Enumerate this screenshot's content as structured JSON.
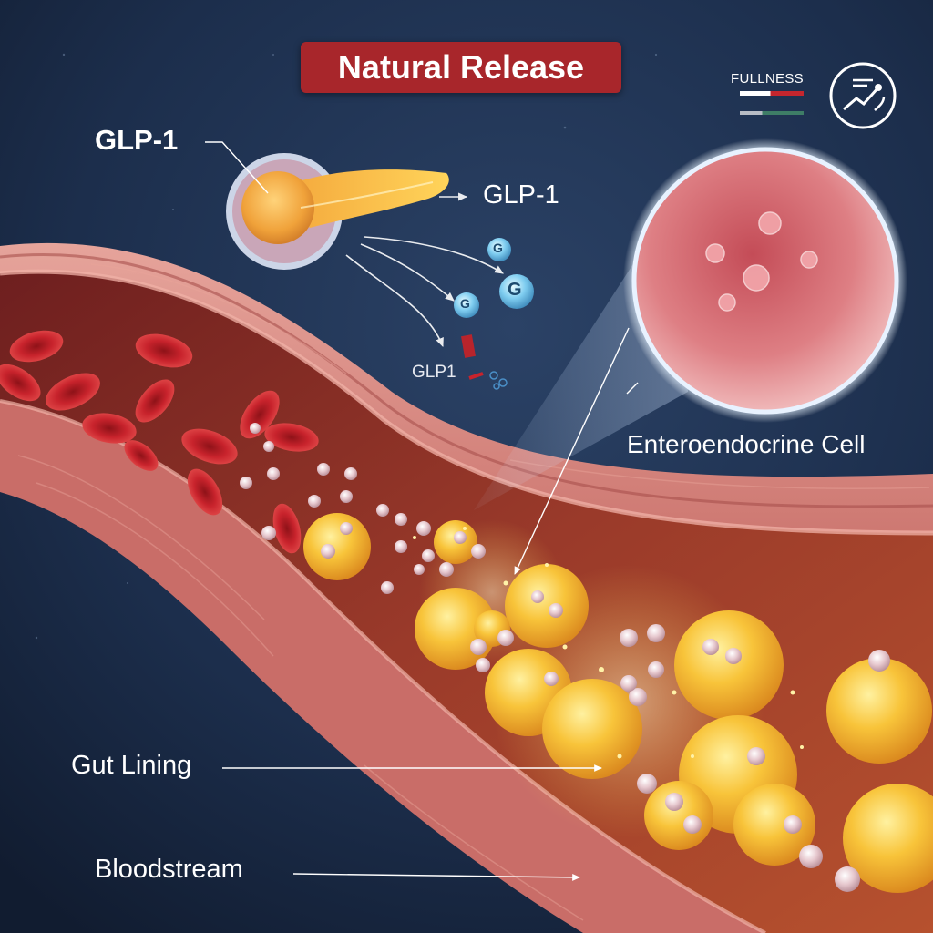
{
  "badge": {
    "title": "Natural Release"
  },
  "labels": {
    "glp1_main": "GLP-1",
    "glp1_right": "GLP-1",
    "glp1_small": "GLP1",
    "enteroendocrine": "Enteroendocrine Cell",
    "gut_lining": "Gut Lining",
    "bloodstream": "Bloodstream"
  },
  "molecules": [
    {
      "glyph": "G"
    },
    {
      "glyph": "G"
    },
    {
      "glyph": "G"
    }
  ],
  "fullness": {
    "label": "FULLNESS",
    "icon": "fullness-gauge-icon"
  },
  "colors": {
    "background": "#1a2a44",
    "badge": "#a8262b",
    "vessel": "#c9706a",
    "red_cell": "#c8232c",
    "fat_cell": "#f5b82a",
    "enteroendocrine_cell": "#d9696f"
  }
}
